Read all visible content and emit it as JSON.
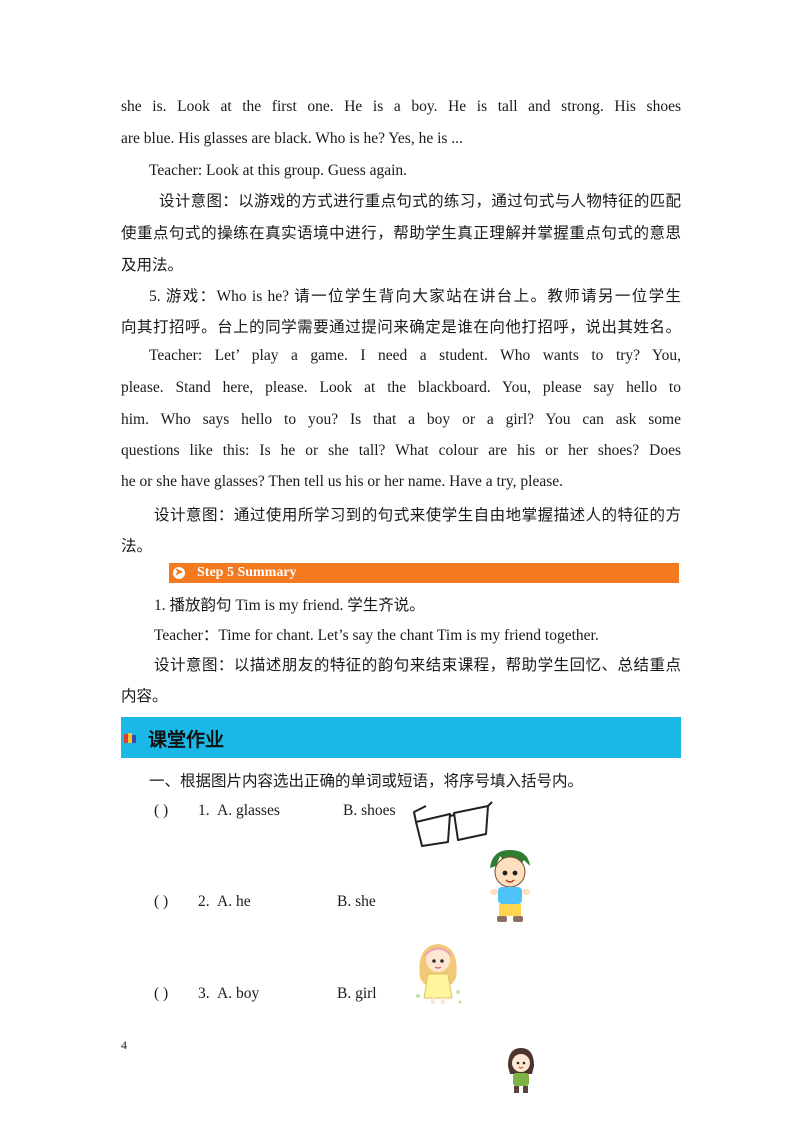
{
  "paragraphs": [
    "she is. Look at the first one. He is a boy. He is tall and strong. His shoes",
    "are blue. His glasses are black. Who is he? Yes, he is ...",
    "Teacher: Look at this group. Guess again.",
    "设计意图：以游戏的方式进行重点句式的练习，通过句式与人物特征的匹配",
    "使重点句式的操练在真实语境中进行，帮助学生真正理解并掌握重点句式的意思",
    "及用法。",
    "5. 游戏：Who is he? 请一位学生背向大家站在讲台上。教师请另一位学生",
    "向其打招呼。台上的同学需要通过提问来确定是谁在向他打招呼，说出其姓名。",
    "Teacher: Let’ play a game. I need a student. Who wants to try? You,",
    "please. Stand here, please. Look at the blackboard. You, please say hello to",
    "him. Who says hello to you? Is that a boy or a girl? You can ask some",
    "questions like this: Is he or she tall? What colour are his or her shoes? Does",
    "he or she have glasses? Then tell us his or her name. Have a try, please.",
    "设计意图：通过使用所学习到的句式来使学生自由地掌握描述人的特征的方",
    "法。"
  ],
  "step_banner": "Step 5 Summary",
  "summary": [
    "1. 播放韵句 Tim is my friend. 学生齐说。",
    "Teacher：Time for chant. Let’s say the chant Tim is my friend together.",
    "设计意图：以描述朋友的特征的韵句来结束课程，帮助学生回忆、总结重点",
    "内容。"
  ],
  "homework_title": "课堂作业",
  "instruction": "一、根据图片内容选出正确的单词或短语，将序号填入括号内。",
  "exercises": [
    {
      "bracket": "(    )",
      "num": "1.",
      "a": "A.  glasses",
      "b": "B.  shoes"
    },
    {
      "bracket": "(    )",
      "num": "2.",
      "a": "A.  he",
      "b": "B.  she"
    },
    {
      "bracket": "(    )",
      "num": "3.",
      "a": "A.  boy",
      "b": "B.  girl"
    }
  ],
  "page_number": "4",
  "colors": {
    "step_banner": "#f47a20",
    "homework_banner": "#19b8e6"
  }
}
